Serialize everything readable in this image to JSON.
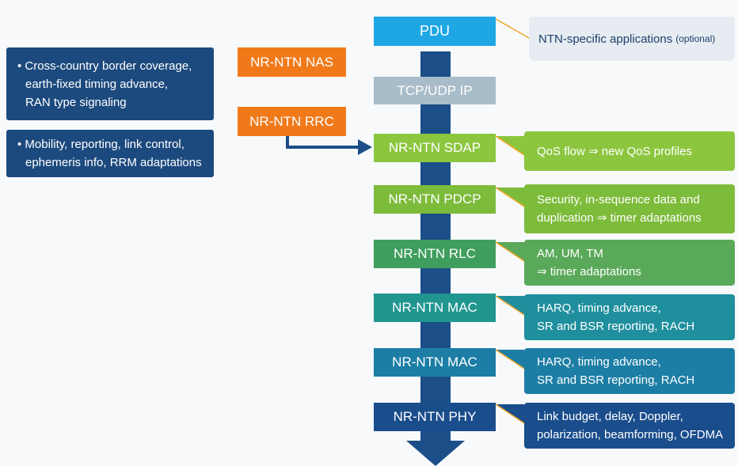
{
  "stack": {
    "pdu": "PDU",
    "tcp": "TCP/UDP IP",
    "sdap": "NR-NTN SDAP",
    "pdcp": "NR-NTN PDCP",
    "rlc": "NR-NTN RLC",
    "mac1": "NR-NTN MAC",
    "mac2": "NR-NTN MAC",
    "phy": "NR-NTN PHY"
  },
  "control": {
    "nas": "NR-NTN NAS",
    "rrc": "NR-NTN RRC"
  },
  "left_notes": {
    "nas_lines": [
      "• Cross-country border coverage,",
      "earth-fixed timing advance,",
      "RAN type signaling"
    ],
    "rrc_lines": [
      "• Mobility, reporting, link control,",
      "ephemeris info, RRM adaptations"
    ]
  },
  "right_notes": {
    "pdu_main": "NTN-specific applications",
    "pdu_sub": "(optional)",
    "sdap": [
      "QoS flow ⇒ new QoS profiles"
    ],
    "pdcp": [
      "Security, in-sequence data and",
      "duplication ⇒ timer adaptations"
    ],
    "rlc": [
      "AM, UM, TM",
      "⇒ timer adaptations"
    ],
    "mac1": [
      "HARQ, timing advance,",
      "SR and BSR reporting, RACH"
    ],
    "mac2": [
      "HARQ, timing advance,",
      "SR and BSR reporting, RACH"
    ],
    "phy": [
      "Link budget, delay, Doppler,",
      "polarization, beamforming, OFDMA"
    ]
  },
  "colors": {
    "pdu": "#1ea7e4",
    "tcp": "#a9bcc9",
    "sdap": "#8cc63f",
    "pdcp": "#7dbb3a",
    "rlc": "#3f9e5d",
    "mac1": "#20968f",
    "mac2": "#1d7ea5",
    "phy": "#1a4d8c",
    "orange": "#f07a1a",
    "navy": "#1d4a7e"
  }
}
